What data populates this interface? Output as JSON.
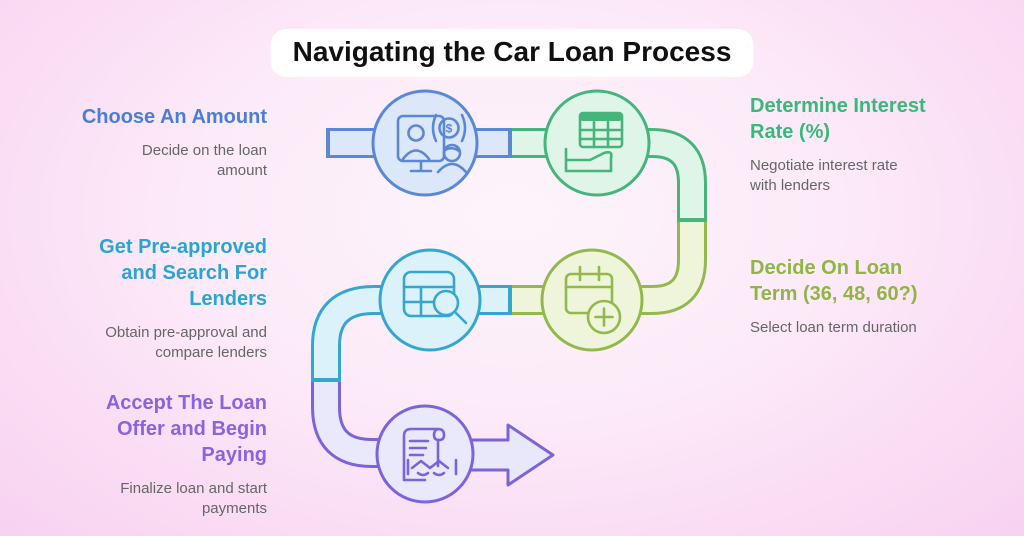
{
  "title": "Navigating the Car Loan Process",
  "left_column": {
    "items": [
      {
        "heading": "Choose An Amount",
        "subtitle": "Decide on the loan amount",
        "accent": "#4a7ed6"
      },
      {
        "heading": "Get Pre-approved and Search For Lenders",
        "subtitle": "Obtain pre-approval and compare lenders",
        "accent": "#29a5d2"
      },
      {
        "heading": "Accept The Loan Offer and Begin Paying",
        "subtitle": "Finalize loan and start payments",
        "accent": "#8a63e0"
      }
    ]
  },
  "right_column": {
    "items": [
      {
        "heading": "Determine Interest Rate (%)",
        "subtitle": "Negotiate interest rate with lenders",
        "accent": "#38b87b"
      },
      {
        "heading": "Decide On Loan Term (36, 48, 60?)",
        "subtitle": "Select loan term duration",
        "accent": "#90b545"
      }
    ]
  },
  "diagram": {
    "flow_order": [
      "Choose An Amount",
      "Determine Interest Rate (%)",
      "Decide On Loan Term (36, 48, 60?)",
      "Get Pre-approved and Search For Lenders",
      "Accept The Loan Offer and Begin Paying"
    ],
    "nodes": [
      {
        "icon": "advisor-video-call-dollar-icon",
        "step": "Choose An Amount",
        "stroke": "#5b87d7",
        "fill": "#dce8f9"
      },
      {
        "icon": "rate-table-hand-icon",
        "step": "Determine Interest Rate (%)",
        "stroke": "#45b57c",
        "fill": "#dff5e7"
      },
      {
        "icon": "calendar-add-icon",
        "step": "Decide On Loan Term (36, 48, 60?)",
        "stroke": "#93b94c",
        "fill": "#eef5da"
      },
      {
        "icon": "loan-search-icon",
        "step": "Get Pre-approved and Search For Lenders",
        "stroke": "#35a6cf",
        "fill": "#dcf2fa"
      },
      {
        "icon": "contract-handshake-icon",
        "step": "Accept The Loan Offer and Begin Paying",
        "stroke": "#7b64d9",
        "fill": "#eae8fb"
      }
    ],
    "end_marker": "forward-arrow",
    "dollar_glyph": "$",
    "background_colors": {
      "center": "#fdf4fb",
      "edge": "#f8d2f1"
    }
  }
}
